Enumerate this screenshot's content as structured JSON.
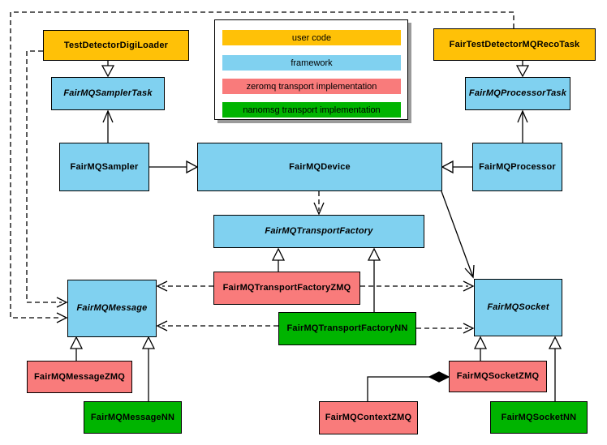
{
  "colors": {
    "user": "#FFC107",
    "framework": "#80D1F0",
    "zeromq": "#F97B7B",
    "nanomsg": "#00B400",
    "border": "#000000",
    "legend_shadow": "#9a9a9a"
  },
  "legend": {
    "items": [
      {
        "label": "user code",
        "category": "user"
      },
      {
        "label": "framework",
        "category": "framework"
      },
      {
        "label": "zeromq transport implementation",
        "category": "zeromq"
      },
      {
        "label": "nanomsg transport implementation",
        "category": "nanomsg"
      }
    ]
  },
  "nodes": {
    "testdetectordigiloader": {
      "label": "TestDetectorDigiLoader",
      "category": "user",
      "abstract": false
    },
    "fairtestdetectormqrecotask": {
      "label": "FairTestDetectorMQRecoTask",
      "category": "user",
      "abstract": false
    },
    "fairmqsamplertask": {
      "label": "FairMQSamplerTask",
      "category": "framework",
      "abstract": true
    },
    "fairmqprocessortask": {
      "label": "FairMQProcessorTask",
      "category": "framework",
      "abstract": true
    },
    "fairmqsampler": {
      "label": "FairMQSampler",
      "category": "framework",
      "abstract": false
    },
    "fairmqdevice": {
      "label": "FairMQDevice",
      "category": "framework",
      "abstract": false
    },
    "fairmqprocessor": {
      "label": "FairMQProcessor",
      "category": "framework",
      "abstract": false
    },
    "fairmqtransportfactory": {
      "label": "FairMQTransportFactory",
      "category": "framework",
      "abstract": true
    },
    "fairmqmessage": {
      "label": "FairMQMessage",
      "category": "framework",
      "abstract": true
    },
    "fairmqsocket": {
      "label": "FairMQSocket",
      "category": "framework",
      "abstract": true
    },
    "fairmqtransportfactoryzmq": {
      "label": "FairMQTransportFactoryZMQ",
      "category": "zeromq",
      "abstract": false
    },
    "fairmqtransportfactorynn": {
      "label": "FairMQTransportFactoryNN",
      "category": "nanomsg",
      "abstract": false
    },
    "fairmqmessagezmq": {
      "label": "FairMQMessageZMQ",
      "category": "zeromq",
      "abstract": false
    },
    "fairmqmessagenn": {
      "label": "FairMQMessageNN",
      "category": "nanomsg",
      "abstract": false
    },
    "fairmqsocketzmq": {
      "label": "FairMQSocketZMQ",
      "category": "zeromq",
      "abstract": false
    },
    "fairmqsocketnn": {
      "label": "FairMQSocketNN",
      "category": "nanomsg",
      "abstract": false
    },
    "fairmqcontextzmq": {
      "label": "FairMQContextZMQ",
      "category": "zeromq",
      "abstract": false
    }
  },
  "edges": [
    {
      "from": "TestDetectorDigiLoader",
      "to": "FairMQSamplerTask",
      "type": "generalization"
    },
    {
      "from": "FairTestDetectorMQRecoTask",
      "to": "FairMQProcessorTask",
      "type": "generalization"
    },
    {
      "from": "FairMQSampler",
      "to": "FairMQSamplerTask",
      "type": "association-arrow"
    },
    {
      "from": "FairMQProcessor",
      "to": "FairMQProcessorTask",
      "type": "association-arrow"
    },
    {
      "from": "FairMQSampler",
      "to": "FairMQDevice",
      "type": "generalization"
    },
    {
      "from": "FairMQProcessor",
      "to": "FairMQDevice",
      "type": "generalization"
    },
    {
      "from": "FairMQDevice",
      "to": "FairMQTransportFactory",
      "type": "dashed-dependency"
    },
    {
      "from": "FairMQDevice",
      "to": "FairMQSocket",
      "type": "association-arrow"
    },
    {
      "from": "FairMQTransportFactoryZMQ",
      "to": "FairMQTransportFactory",
      "type": "generalization"
    },
    {
      "from": "FairMQTransportFactoryNN",
      "to": "FairMQTransportFactory",
      "type": "generalization"
    },
    {
      "from": "FairMQTransportFactoryZMQ",
      "to": "FairMQMessage",
      "type": "dashed-dependency"
    },
    {
      "from": "FairMQTransportFactoryZMQ",
      "to": "FairMQSocket",
      "type": "dashed-dependency"
    },
    {
      "from": "FairMQTransportFactoryNN",
      "to": "FairMQMessage",
      "type": "dashed-dependency"
    },
    {
      "from": "FairMQTransportFactoryNN",
      "to": "FairMQSocket",
      "type": "dashed-dependency"
    },
    {
      "from": "TestDetectorDigiLoader",
      "to": "FairMQMessage",
      "type": "dashed-dependency"
    },
    {
      "from": "FairTestDetectorMQRecoTask",
      "to": "FairMQMessage",
      "type": "dashed-dependency"
    },
    {
      "from": "FairMQMessageZMQ",
      "to": "FairMQMessage",
      "type": "generalization"
    },
    {
      "from": "FairMQMessageNN",
      "to": "FairMQMessage",
      "type": "generalization"
    },
    {
      "from": "FairMQSocketZMQ",
      "to": "FairMQSocket",
      "type": "generalization"
    },
    {
      "from": "FairMQSocketNN",
      "to": "FairMQSocket",
      "type": "generalization"
    },
    {
      "from": "FairMQContextZMQ",
      "to": "FairMQSocketZMQ",
      "type": "composition"
    }
  ]
}
